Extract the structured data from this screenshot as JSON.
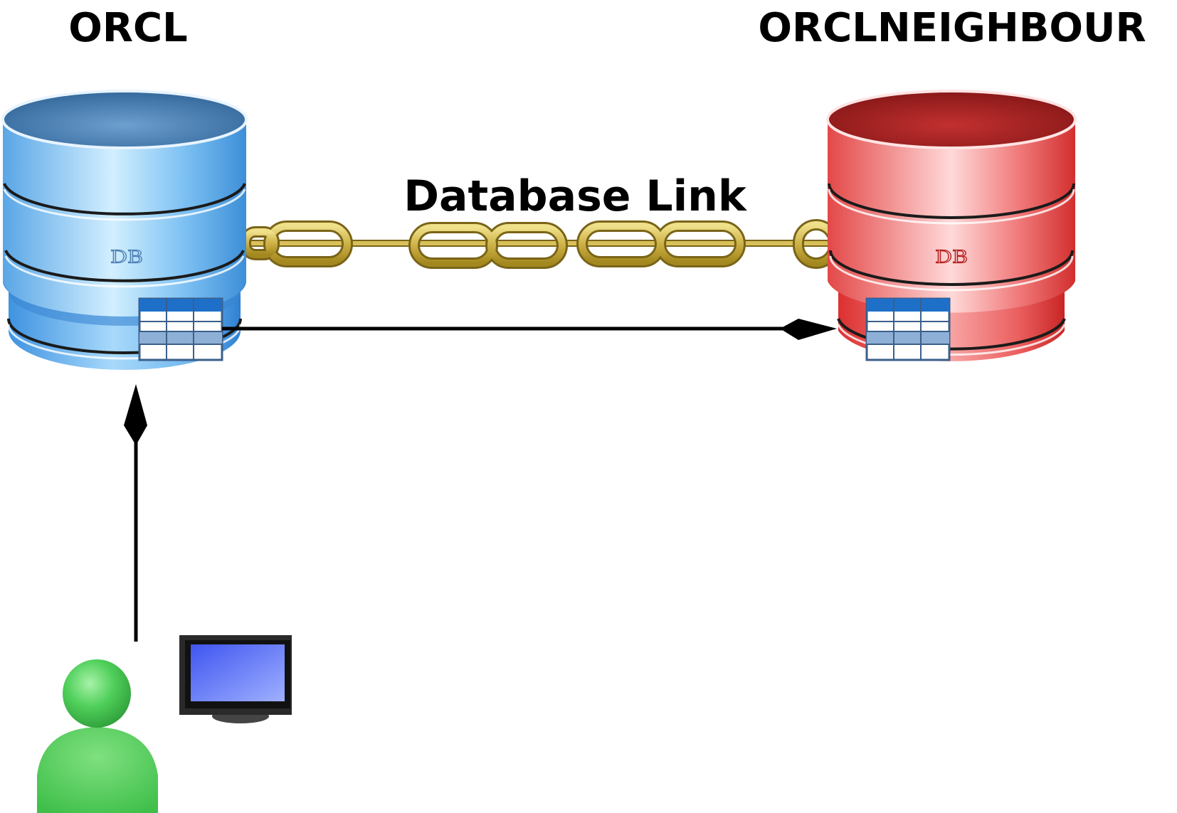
{
  "diagram": {
    "source_db": {
      "name": "ORCL",
      "mark": "DB",
      "color": "#4d9fe0",
      "color_light": "#b9e2fb",
      "color_dark": "#2c6fae"
    },
    "target_db": {
      "name": "ORCLNEIGHBOUR",
      "mark": "DB",
      "color": "#e33a3a",
      "color_light": "#fbc6c6",
      "color_dark": "#9e1e1e"
    },
    "link": {
      "label": "Database Link",
      "chain_color": "#cdb146",
      "chain_outline": "#7a6418"
    },
    "user": {
      "icon": "user-icon",
      "color": "#4fcf5a"
    },
    "workstation": {
      "icon": "monitor-icon",
      "screen_color": "#5b74f2"
    },
    "table_icon": {
      "header_color": "#1e6fc8"
    }
  }
}
